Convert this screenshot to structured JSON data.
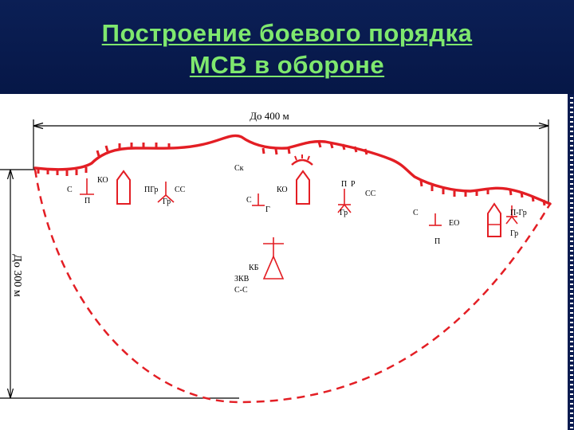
{
  "title": {
    "line1": "Построение боевого порядка",
    "line2": "МСВ в обороне"
  },
  "colors": {
    "header_bg": "#061747",
    "title": "#7fe86e",
    "line": "#e31e24",
    "dim": "#000000"
  },
  "dimensions": {
    "width_label": "До 400 м",
    "depth_label": "До 300 м"
  },
  "labels": {
    "ko_left": "КО",
    "c_left": "С",
    "p_left": "П",
    "pgr": "ПГр",
    "ss_left": "СС",
    "gr_left": "Гр",
    "ck": "Ск",
    "c_mid": "С",
    "g_mid": "Г",
    "ko_mid": "КО",
    "p_tr": "П",
    "r_tr": "Р",
    "ss_right": "СС",
    "gr_mid": "Гр",
    "c_right": "С",
    "eo": "ЕО",
    "p_bottom": "П",
    "p_gr": "П-Гр",
    "gr_right": "Гр",
    "kb": "КБ",
    "zkv": "ЗКВ",
    "cs": "С-С"
  }
}
